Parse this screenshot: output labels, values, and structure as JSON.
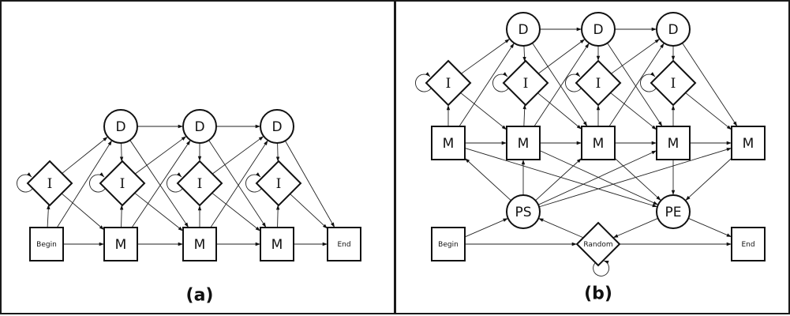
{
  "panels": [
    {
      "id": "a",
      "caption": "(a)",
      "nodes": [
        {
          "id": "begin",
          "label": "Begin",
          "shape": "square",
          "size": "small"
        },
        {
          "id": "i0",
          "label": "I",
          "shape": "diamond",
          "self_loop": true
        },
        {
          "id": "d1",
          "label": "D",
          "shape": "circle"
        },
        {
          "id": "i1",
          "label": "I",
          "shape": "diamond",
          "self_loop": true
        },
        {
          "id": "m1",
          "label": "M",
          "shape": "square"
        },
        {
          "id": "d2",
          "label": "D",
          "shape": "circle"
        },
        {
          "id": "i2",
          "label": "I",
          "shape": "diamond",
          "self_loop": true
        },
        {
          "id": "m2",
          "label": "M",
          "shape": "square"
        },
        {
          "id": "d3",
          "label": "D",
          "shape": "circle"
        },
        {
          "id": "i3",
          "label": "I",
          "shape": "diamond",
          "self_loop": true
        },
        {
          "id": "m3",
          "label": "M",
          "shape": "square"
        },
        {
          "id": "end",
          "label": "End",
          "shape": "square",
          "size": "small"
        }
      ],
      "edges": [
        [
          "begin",
          "i0"
        ],
        [
          "begin",
          "d1"
        ],
        [
          "begin",
          "m1"
        ],
        [
          "i0",
          "d1"
        ],
        [
          "i0",
          "m1"
        ],
        [
          "d1",
          "i1"
        ],
        [
          "d1",
          "d2"
        ],
        [
          "d1",
          "m2"
        ],
        [
          "m1",
          "i1"
        ],
        [
          "m1",
          "d2"
        ],
        [
          "m1",
          "m2"
        ],
        [
          "i1",
          "d2"
        ],
        [
          "i1",
          "m2"
        ],
        [
          "d2",
          "i2"
        ],
        [
          "d2",
          "d3"
        ],
        [
          "d2",
          "m3"
        ],
        [
          "m2",
          "i2"
        ],
        [
          "m2",
          "d3"
        ],
        [
          "m2",
          "m3"
        ],
        [
          "i2",
          "d3"
        ],
        [
          "i2",
          "m3"
        ],
        [
          "d3",
          "i3"
        ],
        [
          "d3",
          "end"
        ],
        [
          "m3",
          "i3"
        ],
        [
          "m3",
          "end"
        ],
        [
          "i3",
          "end"
        ]
      ]
    },
    {
      "id": "b",
      "caption": "(b)",
      "nodes": [
        {
          "id": "m0",
          "label": "M",
          "shape": "square"
        },
        {
          "id": "i0",
          "label": "I",
          "shape": "diamond",
          "self_loop": true
        },
        {
          "id": "d1",
          "label": "D",
          "shape": "circle"
        },
        {
          "id": "i1",
          "label": "I",
          "shape": "diamond",
          "self_loop": true
        },
        {
          "id": "m1",
          "label": "M",
          "shape": "square"
        },
        {
          "id": "d2",
          "label": "D",
          "shape": "circle"
        },
        {
          "id": "i2",
          "label": "I",
          "shape": "diamond",
          "self_loop": true
        },
        {
          "id": "m2",
          "label": "M",
          "shape": "square"
        },
        {
          "id": "d3",
          "label": "D",
          "shape": "circle"
        },
        {
          "id": "i3",
          "label": "I",
          "shape": "diamond",
          "self_loop": true
        },
        {
          "id": "m3",
          "label": "M",
          "shape": "square"
        },
        {
          "id": "m4",
          "label": "M",
          "shape": "square"
        },
        {
          "id": "ps",
          "label": "PS",
          "shape": "circle"
        },
        {
          "id": "pe",
          "label": "PE",
          "shape": "circle"
        },
        {
          "id": "begin",
          "label": "Begin",
          "shape": "square",
          "size": "small"
        },
        {
          "id": "random",
          "label": "Random",
          "shape": "diamond",
          "size": "small",
          "self_loop": true
        },
        {
          "id": "end",
          "label": "End",
          "shape": "square",
          "size": "small"
        }
      ],
      "edges": [
        [
          "m0",
          "i0"
        ],
        [
          "m0",
          "d1"
        ],
        [
          "m0",
          "m1"
        ],
        [
          "m0",
          "pe"
        ],
        [
          "i0",
          "d1"
        ],
        [
          "i0",
          "m1"
        ],
        [
          "d1",
          "i1"
        ],
        [
          "d1",
          "d2"
        ],
        [
          "d1",
          "m2"
        ],
        [
          "m1",
          "i1"
        ],
        [
          "m1",
          "d2"
        ],
        [
          "m1",
          "m2"
        ],
        [
          "m1",
          "pe"
        ],
        [
          "i1",
          "d2"
        ],
        [
          "i1",
          "m2"
        ],
        [
          "d2",
          "i2"
        ],
        [
          "d2",
          "d3"
        ],
        [
          "d2",
          "m3"
        ],
        [
          "m2",
          "i2"
        ],
        [
          "m2",
          "d3"
        ],
        [
          "m2",
          "m3"
        ],
        [
          "m2",
          "pe"
        ],
        [
          "i2",
          "d3"
        ],
        [
          "i2",
          "m3"
        ],
        [
          "d3",
          "i3"
        ],
        [
          "d3",
          "m4"
        ],
        [
          "m3",
          "i3"
        ],
        [
          "m3",
          "m4"
        ],
        [
          "m3",
          "pe"
        ],
        [
          "i3",
          "m4"
        ],
        [
          "m4",
          "pe"
        ],
        [
          "ps",
          "m0"
        ],
        [
          "ps",
          "m1"
        ],
        [
          "ps",
          "m2"
        ],
        [
          "ps",
          "m3"
        ],
        [
          "ps",
          "m4"
        ],
        [
          "begin",
          "ps"
        ],
        [
          "begin",
          "random"
        ],
        [
          "random",
          "ps"
        ],
        [
          "random",
          "end"
        ],
        [
          "pe",
          "random"
        ],
        [
          "pe",
          "end"
        ]
      ]
    }
  ]
}
